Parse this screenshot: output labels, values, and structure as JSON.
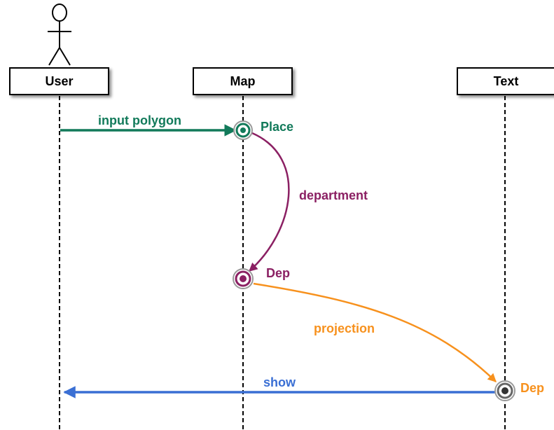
{
  "lifelines": [
    {
      "id": "user",
      "label": "User"
    },
    {
      "id": "map",
      "label": "Map"
    },
    {
      "id": "text",
      "label": "Text"
    }
  ],
  "actor": {
    "name": "user-actor-figure"
  },
  "messages": [
    {
      "label": "input polygon",
      "from": "User",
      "to": "Map",
      "color": "#127a5a"
    },
    {
      "label": "department",
      "from": "Map",
      "to": "Map",
      "color": "#8b2063"
    },
    {
      "label": "projection",
      "from": "Map",
      "to": "Text",
      "color": "#f7911d"
    },
    {
      "label": "show",
      "from": "Text",
      "to": "User",
      "color": "#3a6fd4"
    }
  ],
  "states": [
    {
      "label": "Place",
      "on": "Map",
      "color": "#127a5a"
    },
    {
      "label": "Dep",
      "on": "Map",
      "color": "#8b2063"
    },
    {
      "label": "Dep",
      "on": "Text",
      "color": "#f7911d"
    }
  ]
}
